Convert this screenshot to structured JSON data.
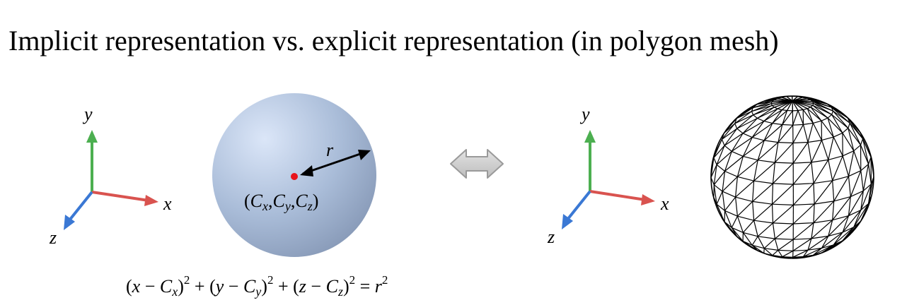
{
  "title": "Implicit representation vs. explicit representation (in polygon mesh)",
  "axes_left": {
    "x": "x",
    "y": "y",
    "z": "z"
  },
  "axes_right": {
    "x": "x",
    "y": "y",
    "z": "z"
  },
  "sphere": {
    "radius_label": "r",
    "center_label": {
      "open": "(",
      "c": "C",
      "sub_x": "x",
      "sub_y": "y",
      "sub_z": "z",
      "sep": ",",
      "close": ")"
    },
    "fill_color": "#9fb3d0",
    "center_color": "#e8141b"
  },
  "equation": {
    "p1": "(",
    "x": "x",
    "minus1": " − ",
    "c1": "C",
    "s1": "x",
    "close1": ")",
    "sq1": "2",
    "plus1": " + (",
    "y": "y",
    "minus2": " − ",
    "c2": "C",
    "s2": "y",
    "close2": ")",
    "sq2": "2",
    "plus2": " + (",
    "z": "z",
    "minus3": " − ",
    "c3": "C",
    "s3": "z",
    "close3": ")",
    "sq3": "2",
    "eq": " = ",
    "r": "r",
    "sqr": "2"
  },
  "colors": {
    "axis_x": "#d9534f",
    "axis_y": "#4caf50",
    "axis_z": "#3a78d4",
    "arrow_gray": "#c9c9c9"
  },
  "icons": {
    "bidirectional": "double-arrow-icon"
  }
}
